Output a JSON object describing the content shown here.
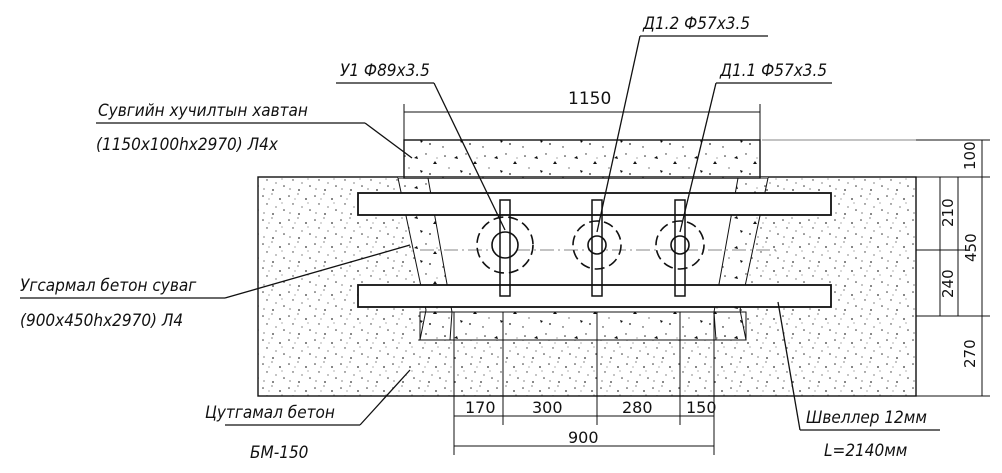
{
  "labels": {
    "pipe_y1": "У1 Ф89х3.5",
    "pipe_d12": "Д1.2 Ф57х3.5",
    "pipe_d11": "Д1.1 Ф57х3.5",
    "cover_line1": "Сувгийн хучилтын хавтан",
    "cover_line2": "(1150х100hх2970) Л4х",
    "channel_line1": "Угсармал бетон суваг",
    "channel_line2": "(900х450hх2970) Л4",
    "base_line1": "Цутгамал бетон",
    "base_line2": "БМ-150",
    "channel_line1_steel": "Швеллер 12мм",
    "channel_line2_steel": "L=2140мм"
  },
  "dimensions": {
    "top_width": "1150",
    "right_cover": "100",
    "right_upper": "210",
    "right_total": "450",
    "right_lower": "240",
    "right_base": "270",
    "bottom_a": "170",
    "bottom_b": "300",
    "bottom_c": "280",
    "bottom_d": "150",
    "bottom_total": "900"
  },
  "colors": {
    "line": "#111111",
    "concrete_fill": "#ffffff"
  }
}
